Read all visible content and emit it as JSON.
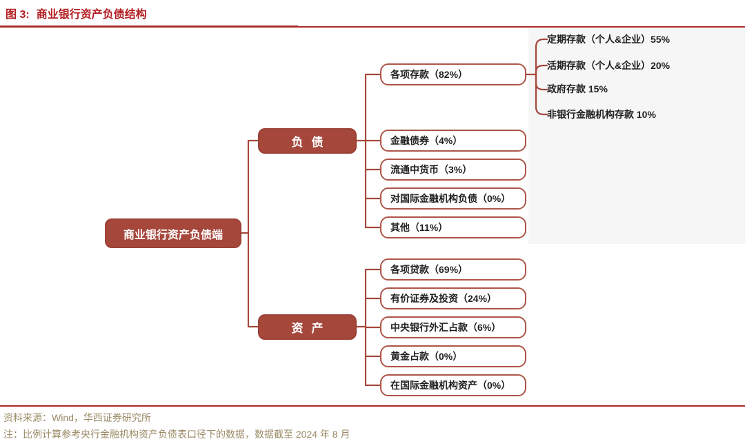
{
  "figure": {
    "label": "图 3:",
    "title": "商业银行资产负债结构"
  },
  "root": {
    "label": "商业银行资产负债端"
  },
  "liabilities": {
    "label": "负债",
    "items": [
      {
        "label": "各项存款（82%）"
      },
      {
        "label": "金融债券（4%）"
      },
      {
        "label": "流通中货币（3%）"
      },
      {
        "label": "对国际金融机构负债（0%）"
      },
      {
        "label": "其他（11%）"
      }
    ],
    "deposit_breakdown": [
      {
        "label": "定期存款（个人&企业）55%"
      },
      {
        "label": "活期存款（个人&企业）20%"
      },
      {
        "label": "政府存款 15%"
      },
      {
        "label": "非银行金融机构存款 10%"
      }
    ]
  },
  "assets": {
    "label": "资产",
    "items": [
      {
        "label": "各项贷款（69%）"
      },
      {
        "label": "有价证券及投资（24%）"
      },
      {
        "label": "中央银行外汇占款（6%）"
      },
      {
        "label": "黄金占款（0%）"
      },
      {
        "label": "在国际金融机构资产（0%）"
      }
    ]
  },
  "footer": {
    "source": "资料来源：Wind，华西证券研究所",
    "note": "注：比例计算参考央行金融机构资产负债表口径下的数据，数据截至 2024 年 8 月"
  },
  "colors": {
    "node_fill": "#A6473C",
    "box_border": "#AE5448",
    "connector": "#A6473C",
    "title_red": "#B21C20",
    "rule_red": "#A82B26",
    "footer_text": "#9A8A65",
    "label_text": "#1F1F1F"
  }
}
